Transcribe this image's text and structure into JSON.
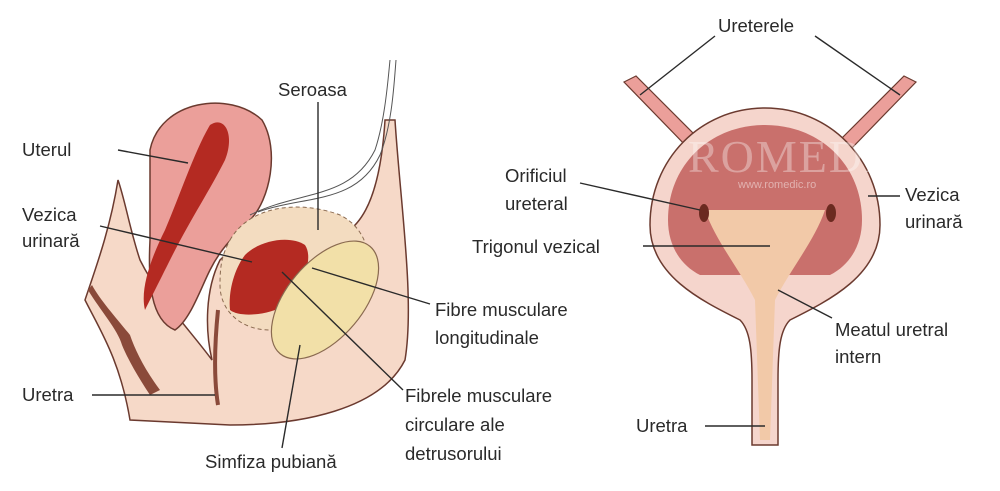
{
  "left_diagram": {
    "labels": {
      "uterus": "Uterul",
      "bladder_line1": "Vezica",
      "bladder_line2": "urinară",
      "serosa": "Seroasa",
      "urethra": "Uretra",
      "pubic_symphysis": "Simfiza pubiană",
      "longitudinal_line1": "Fibre musculare",
      "longitudinal_line2": "longitudinale",
      "circular_line1": "Fibrele musculare",
      "circular_line2": "circulare ale",
      "circular_line3": "detrusorului"
    }
  },
  "right_diagram": {
    "labels": {
      "ureters": "Ureterele",
      "orifice_line1": "Orificiul",
      "orifice_line2": "ureteral",
      "trigone": "Trigonul vezical",
      "bladder_line1": "Vezica",
      "bladder_line2": "urinară",
      "meatus_line1": "Meatul uretral",
      "meatus_line2": "intern",
      "urethra": "Uretra"
    }
  },
  "watermark": {
    "brand": "ROMEDIC",
    "url": "www.romedic.ro"
  },
  "colors": {
    "skin": "#f6d9c8",
    "muscle": "#e9a39a",
    "mucosa": "#c9706c",
    "dark_red": "#b42a22",
    "bone": "#f2e0a8",
    "text": "#2a2a2a"
  }
}
